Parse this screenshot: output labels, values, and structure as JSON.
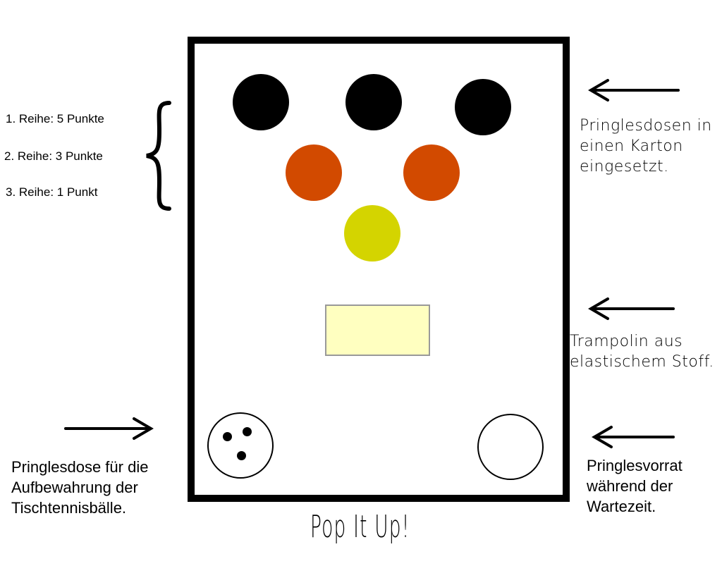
{
  "rows": [
    "1. Reihe: 5 Punkte",
    "2. Reihe: 3 Punkte",
    "3. Reihe: 1 Punkt"
  ],
  "labels": {
    "cans": "Pringlesdosen in einen Karton eingesetzt.",
    "trampoline": "Trampolin aus elastischem Stoff.",
    "supply": "Pringlesvorrat während der Wartezeit.",
    "storage": "Pringlesdose für die Aufbewahrung der Tischtennisbälle."
  },
  "title": "Pop It Up!",
  "colors": {
    "row1": "#000000",
    "row2": "#d24a00",
    "row3": "#d4d400",
    "trampoline": "#ffffc0"
  }
}
